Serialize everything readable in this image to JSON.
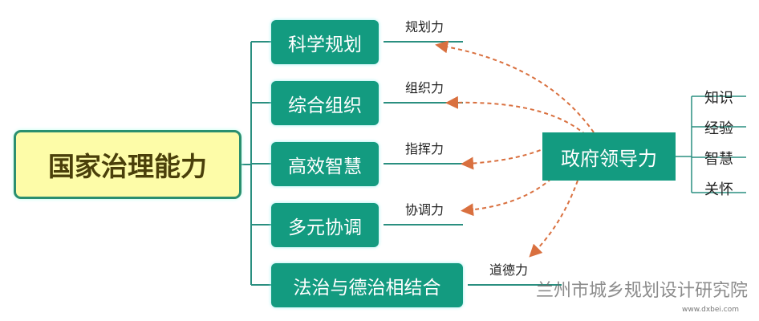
{
  "root": "国家治理能力",
  "branches": [
    {
      "label": "科学规划",
      "ability": "规划力"
    },
    {
      "label": "综合组织",
      "ability": "组织力"
    },
    {
      "label": "高效智慧",
      "ability": "指挥力"
    },
    {
      "label": "多元协调",
      "ability": "协调力"
    },
    {
      "label": "法治与德治相结合",
      "ability": "道德力"
    }
  ],
  "government": {
    "label": "政府领导力",
    "traits": [
      "知识",
      "经验",
      "智慧",
      "关怀"
    ]
  },
  "watermark": {
    "text": "兰州市城乡规划设计研究院",
    "site": "www.dxbei.com"
  },
  "colors": {
    "node": "#139b80",
    "root_fill": "#fdfca8",
    "arrow": "#d9703f"
  }
}
